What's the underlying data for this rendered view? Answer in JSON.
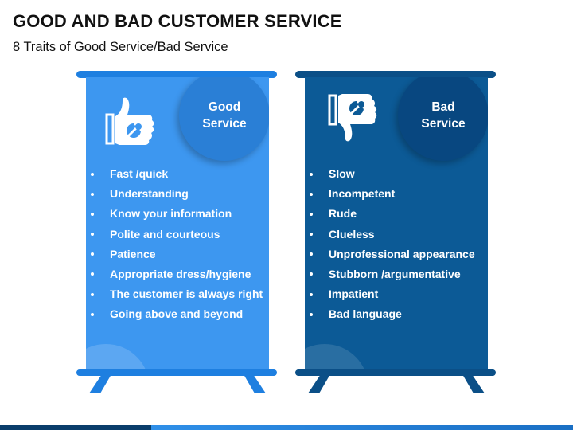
{
  "slide": {
    "title": "GOOD AND BAD CUSTOMER SERVICE",
    "subtitle": "8 Traits of Good Service/Bad Service"
  },
  "colors": {
    "good_panel": "#3d97f0",
    "good_circle": "#2a7fd6",
    "bad_panel": "#0c5a96",
    "bad_circle": "#084780",
    "footer_dark": "#0a3d6b",
    "footer_light": "#2f8fe8"
  },
  "good": {
    "heading": "Good Service",
    "icon": "thumbs-up-wrench-icon",
    "items": [
      "Fast /quick",
      "Understanding",
      "Know your information",
      "Polite and courteous",
      "Patience",
      "Appropriate dress/hygiene",
      "The customer is always right",
      "Going above and beyond"
    ]
  },
  "bad": {
    "heading": "Bad Service",
    "icon": "thumbs-down-wrench-icon",
    "items": [
      "Slow",
      "Incompetent",
      "Rude",
      "Clueless",
      "Unprofessional appearance",
      "Stubborn /argumentative",
      "Impatient",
      "Bad language"
    ]
  }
}
